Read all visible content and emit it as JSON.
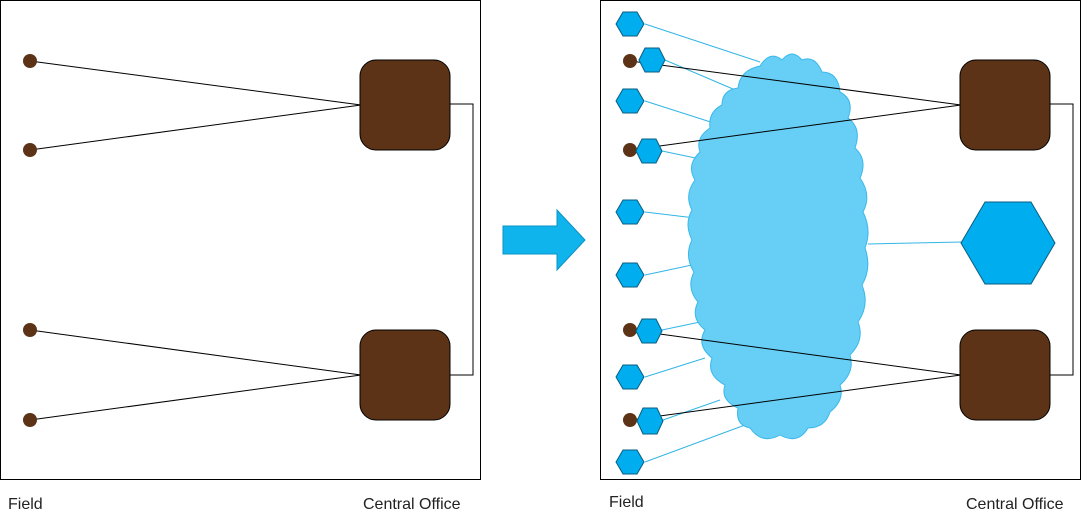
{
  "captions": {
    "left_field": "Field",
    "left_central": "Central Office",
    "right_field": "Field",
    "right_central": "Central Office"
  },
  "colors": {
    "office": "#5c3317",
    "field_device": "#5c3317",
    "hexagon": "#00aeef",
    "cloud": "#67cff5",
    "cloud_stroke": "#3ab8ea",
    "link_blue": "#33b5e5",
    "link_black": "#000000",
    "arrow": "#10b4ec"
  },
  "icons": {
    "transition": "right-arrow-icon",
    "network": "cloud-icon",
    "office": "rounded-square-icon",
    "device": "circle-icon",
    "node": "hexagon-icon"
  }
}
